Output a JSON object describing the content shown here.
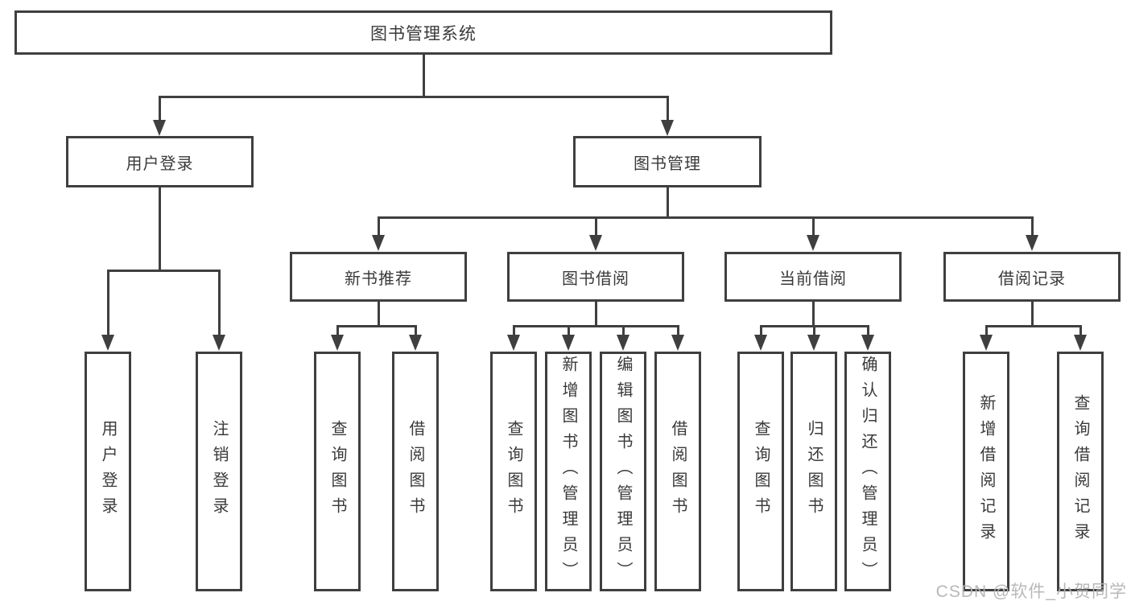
{
  "tree": {
    "root": "图书管理系统",
    "level2": {
      "user_login": "用户登录",
      "book_mgmt": "图书管理"
    },
    "level3": {
      "new_books": "新书推荐",
      "book_borrow": "图书借阅",
      "current_borrow": "当前借阅",
      "borrow_records": "借阅记录"
    },
    "leaves": {
      "user_login": [
        "用户登录",
        "注销登录"
      ],
      "new_books": [
        "查询图书",
        "借阅图书"
      ],
      "book_borrow": [
        "查询图书",
        "新增图书（管理员）",
        "编辑图书（管理员）",
        "借阅图书"
      ],
      "current_borrow": [
        "查询图书",
        "归还图书",
        "确认归还（管理员）"
      ],
      "borrow_records": [
        "新增借阅记录",
        "查询借阅记录"
      ]
    }
  },
  "watermark": "CSDN @软件_小贺同学",
  "colors": {
    "line": "#3f3f3f",
    "text": "#3a3a3a",
    "background": "#ffffff",
    "watermark": "#b2b2b2"
  }
}
